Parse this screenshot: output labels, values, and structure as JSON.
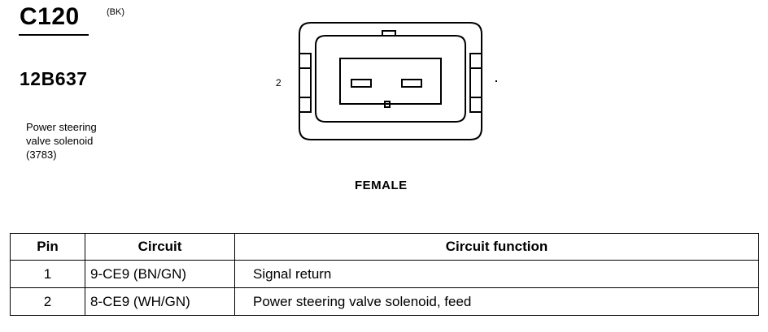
{
  "connector": {
    "id": "C120",
    "color_code": "(BK)",
    "part_number": "12B637",
    "description_lines": [
      "Power steering",
      "valve solenoid",
      "(3783)"
    ],
    "pin_label": "2",
    "gender": "FEMALE"
  },
  "table": {
    "headers": [
      "Pin",
      "Circuit",
      "Circuit function"
    ],
    "rows": [
      {
        "pin": "1",
        "circuit": "9-CE9 (BN/GN)",
        "function": "Signal return"
      },
      {
        "pin": "2",
        "circuit": "8-CE9 (WH/GN)",
        "function": "Power steering valve solenoid, feed"
      }
    ]
  }
}
